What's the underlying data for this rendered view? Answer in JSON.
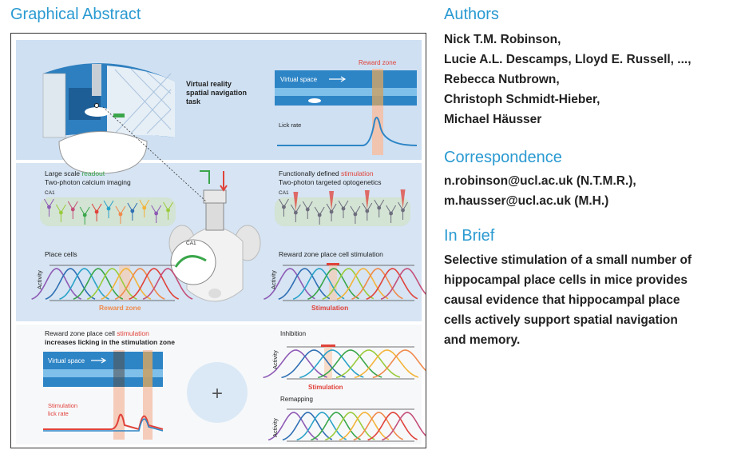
{
  "headings": {
    "graphical_abstract": "Graphical Abstract",
    "authors": "Authors",
    "correspondence": "Correspondence",
    "in_brief": "In Brief"
  },
  "authors": [
    "Nick T.M. Robinson,",
    "Lucie A.L. Descamps, Lloyd E. Russell, ...,",
    "Rebecca Nutbrown,",
    "Christoph Schmidt-Hieber,",
    "Michael Häusser"
  ],
  "correspondence": [
    "n.robinson@ucl.ac.uk (N.T.M.R.),",
    "m.hausser@ucl.ac.uk (M.H.)"
  ],
  "in_brief": [
    "Selective stimulation of a small number of",
    "hippocampal place cells in mice provides",
    "causal evidence that hippocampal place",
    "cells actively support spatial navigation",
    "and memory."
  ],
  "figure": {
    "vr_task": [
      "Virtual reality",
      "spatial navigation",
      "task"
    ],
    "reward_zone": "Reward zone",
    "virtual_space": "Virtual space",
    "lick_rate": "Lick rate",
    "readout_pre": "Large scale ",
    "readout_word": "readout",
    "two_photon_calcium": "Two-photon calcium imaging",
    "ca1": "CA1",
    "stim_pre": "Functionally defined ",
    "stim_word": "stimulation",
    "two_photon_opto": "Two-photon targeted optogenetics",
    "place_cells": "Place cells",
    "rz_stimulation_title": "Reward zone place cell stimulation",
    "activity": "Activity",
    "reward_zone_label": "Reward zone",
    "stimulation_label": "Stimulation",
    "bottom_title_pre": "Reward zone place cell ",
    "bottom_title_word": "stimulation",
    "bottom_title_line2": "increases licking in the stimulation zone",
    "stimulation_lick_rate": [
      "Stimulation",
      "lick rate"
    ],
    "plus": "+",
    "inhibition": "Inhibition",
    "remapping": "Remapping"
  },
  "colors": {
    "heading": "#2a9ad1",
    "readout_green": "#3aa64a",
    "stimulation_red": "#e0423a",
    "reward_orange": "#f08a4b",
    "panel_blue": "#cfe0f2"
  }
}
